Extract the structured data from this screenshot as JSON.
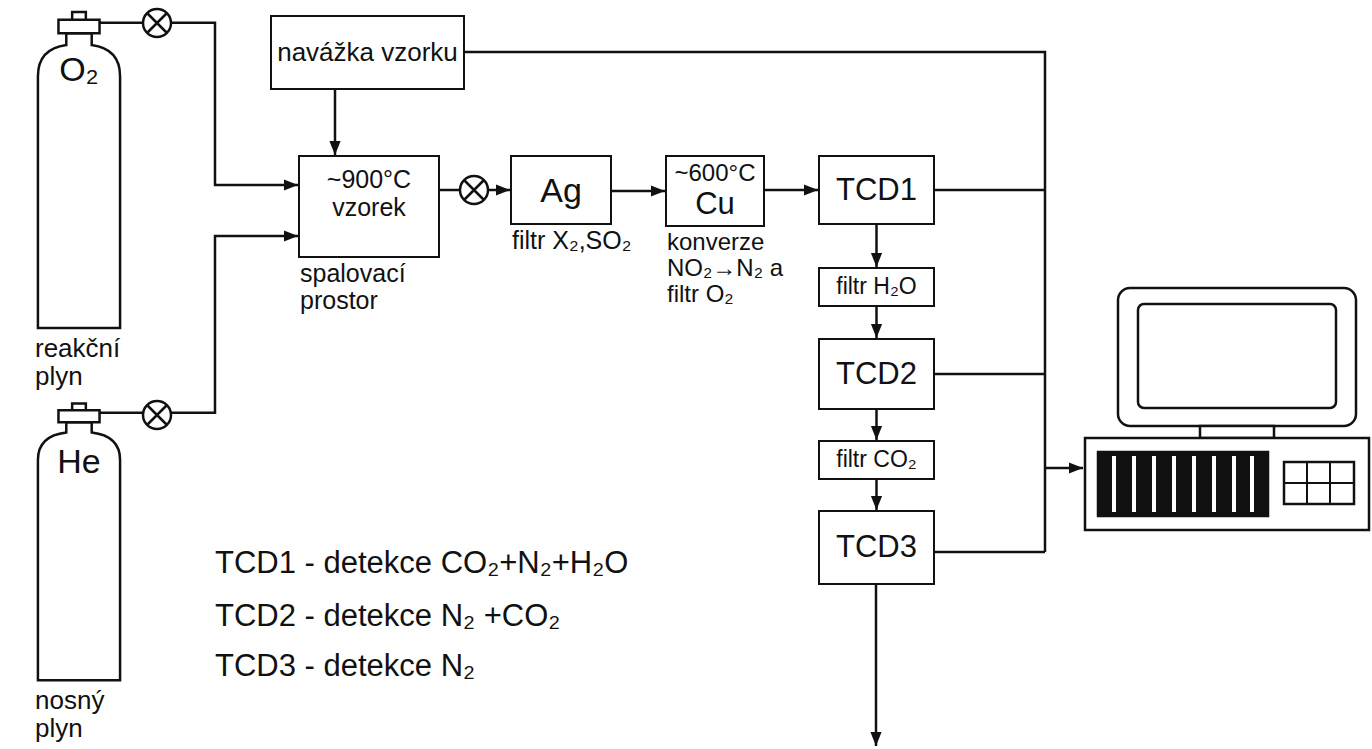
{
  "diagram": {
    "nodes": [
      {
        "text": [
          "O₂",
          "reakční plyn"
        ]
      },
      {
        "text": [
          "navážka vzorku"
        ]
      },
      {
        "text": [
          "~900°C",
          "vzorek",
          "spalovací prostor"
        ]
      },
      {
        "text": [
          "Ag",
          "filtr X₂,SO₂"
        ]
      },
      {
        "text": [
          "~600°C",
          "Cu",
          "konverze NO₂→N₂ a filtr O₂"
        ]
      },
      {
        "text": [
          "TCD1"
        ]
      },
      {
        "text": [
          "filtr H₂O"
        ]
      },
      {
        "text": [
          "TCD2"
        ]
      },
      {
        "text": [
          "filtr CO₂"
        ]
      },
      {
        "text": [
          "TCD3"
        ]
      },
      {
        "text": [
          "He",
          "nosný plyn"
        ]
      }
    ],
    "edges": [
      {
        "from": 0,
        "to": 2,
        "arrow": "to"
      },
      {
        "from": 10,
        "to": 2,
        "arrow": "to"
      },
      {
        "from": 1,
        "to": 2,
        "arrow": "to"
      },
      {
        "from": 2,
        "to": 3,
        "arrow": "to"
      },
      {
        "from": 3,
        "to": 4,
        "arrow": "to"
      },
      {
        "from": 4,
        "to": 5,
        "arrow": "to"
      },
      {
        "from": 5,
        "to": 6,
        "arrow": "to"
      },
      {
        "from": 6,
        "to": 7,
        "arrow": "to"
      },
      {
        "from": 7,
        "to": 8,
        "arrow": "to"
      },
      {
        "from": 8,
        "to": 9,
        "arrow": "to"
      }
    ],
    "labels": [
      "TCD1 - detekce CO₂+N₂+H₂O",
      "TCD2 - detekce N₂ +CO₂",
      "TCD3 - detekce N₂"
    ]
  }
}
